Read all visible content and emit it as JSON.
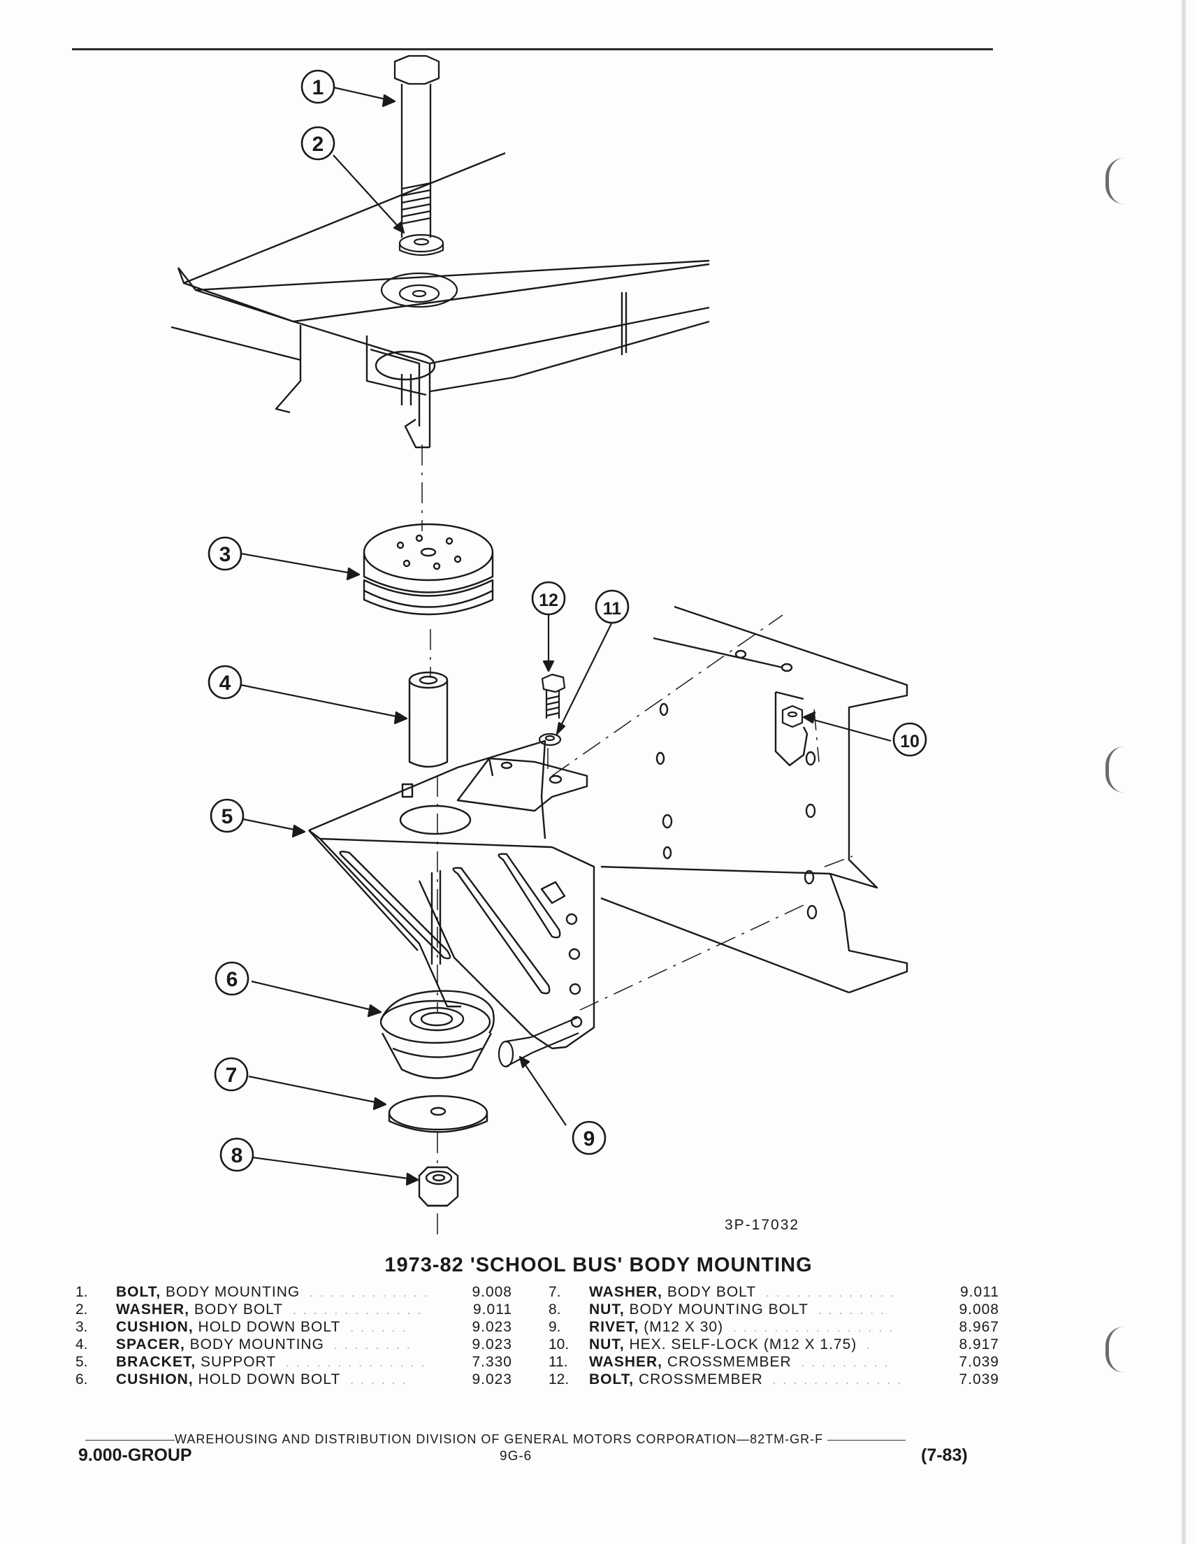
{
  "figure": {
    "code": "3P-17032",
    "caption": "1973-82 'SCHOOL BUS' BODY MOUNTING",
    "callouts": [
      "1",
      "2",
      "3",
      "4",
      "5",
      "6",
      "7",
      "8",
      "9",
      "10",
      "11",
      "12"
    ]
  },
  "parts_left": [
    {
      "num": "1.",
      "name": "BOLT,",
      "desc": "BODY MOUNTING",
      "code": "9.008"
    },
    {
      "num": "2.",
      "name": "WASHER,",
      "desc": "BODY BOLT",
      "code": "9.011"
    },
    {
      "num": "3.",
      "name": "CUSHION,",
      "desc": "HOLD DOWN BOLT",
      "code": "9.023"
    },
    {
      "num": "4.",
      "name": "SPACER,",
      "desc": "BODY MOUNTING",
      "code": "9.023"
    },
    {
      "num": "5.",
      "name": "BRACKET,",
      "desc": "SUPPORT",
      "code": "7.330"
    },
    {
      "num": "6.",
      "name": "CUSHION,",
      "desc": "HOLD DOWN BOLT",
      "code": "9.023"
    }
  ],
  "parts_right": [
    {
      "num": "7.",
      "name": "WASHER,",
      "desc": "BODY BOLT",
      "code": "9.011"
    },
    {
      "num": "8.",
      "name": "NUT,",
      "desc": "BODY MOUNTING BOLT",
      "code": "9.008"
    },
    {
      "num": "9.",
      "name": "RIVET,",
      "desc": "(M12 X 30)",
      "code": "8.967"
    },
    {
      "num": "10.",
      "name": "NUT,",
      "desc": "HEX. SELF-LOCK (M12 X 1.75)",
      "code": "8.917"
    },
    {
      "num": "11.",
      "name": "WASHER,",
      "desc": "CROSSMEMBER",
      "code": "7.039"
    },
    {
      "num": "12.",
      "name": "BOLT,",
      "desc": "CROSSMEMBER",
      "code": "7.039"
    }
  ],
  "footer": {
    "division": "WAREHOUSING AND DISTRIBUTION DIVISION OF GENERAL MOTORS CORPORATION—82TM-GR-F",
    "group": "9.000-GROUP",
    "page": "9G-6",
    "date": "(7-83)"
  }
}
